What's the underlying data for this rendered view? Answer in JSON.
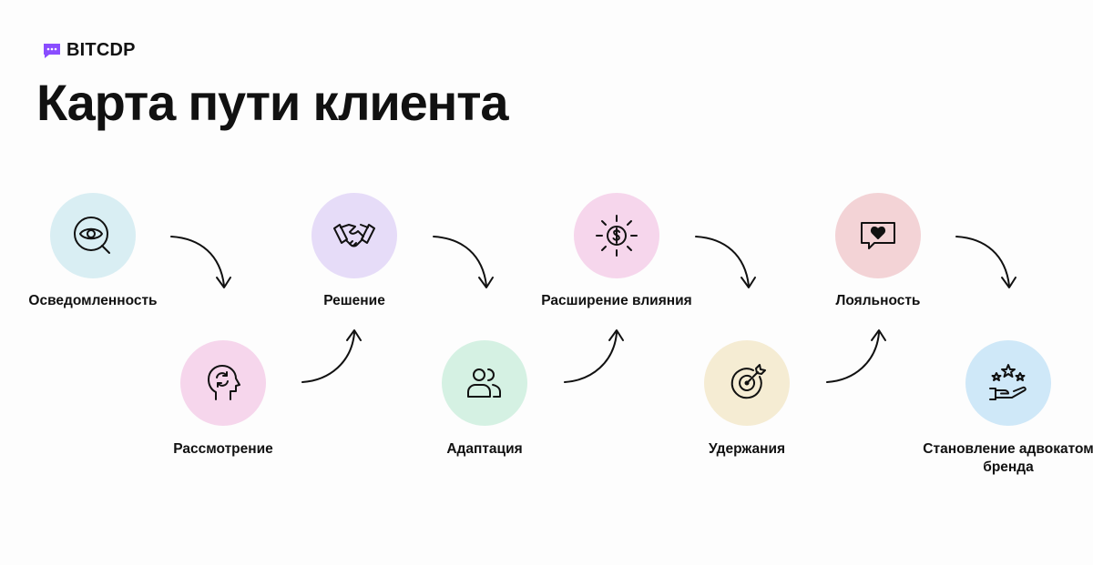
{
  "brand": {
    "name": "BITCDP",
    "logo_color": "#8a4dff"
  },
  "title": "Карта пути клиента",
  "stages": [
    {
      "label": "Осведомленность",
      "icon": "eye-target-icon",
      "color": "#d9eef3"
    },
    {
      "label": "Рассмотрение",
      "icon": "head-refresh-icon",
      "color": "#f6d6ec"
    },
    {
      "label": "Решение",
      "icon": "handshake-icon",
      "color": "#e6dcf8"
    },
    {
      "label": "Адаптация",
      "icon": "users-icon",
      "color": "#d5f1e3"
    },
    {
      "label": "Расширение влияния",
      "icon": "dollar-sun-icon",
      "color": "#f6d6ec"
    },
    {
      "label": "Удержания",
      "icon": "target-arrow-icon",
      "color": "#f5ecd3"
    },
    {
      "label": "Лояльность",
      "icon": "heart-message-icon",
      "color": "#f3d3d6"
    },
    {
      "label": "Становление адвокатом бренда",
      "icon": "hand-stars-icon",
      "color": "#cfe8f8"
    }
  ]
}
